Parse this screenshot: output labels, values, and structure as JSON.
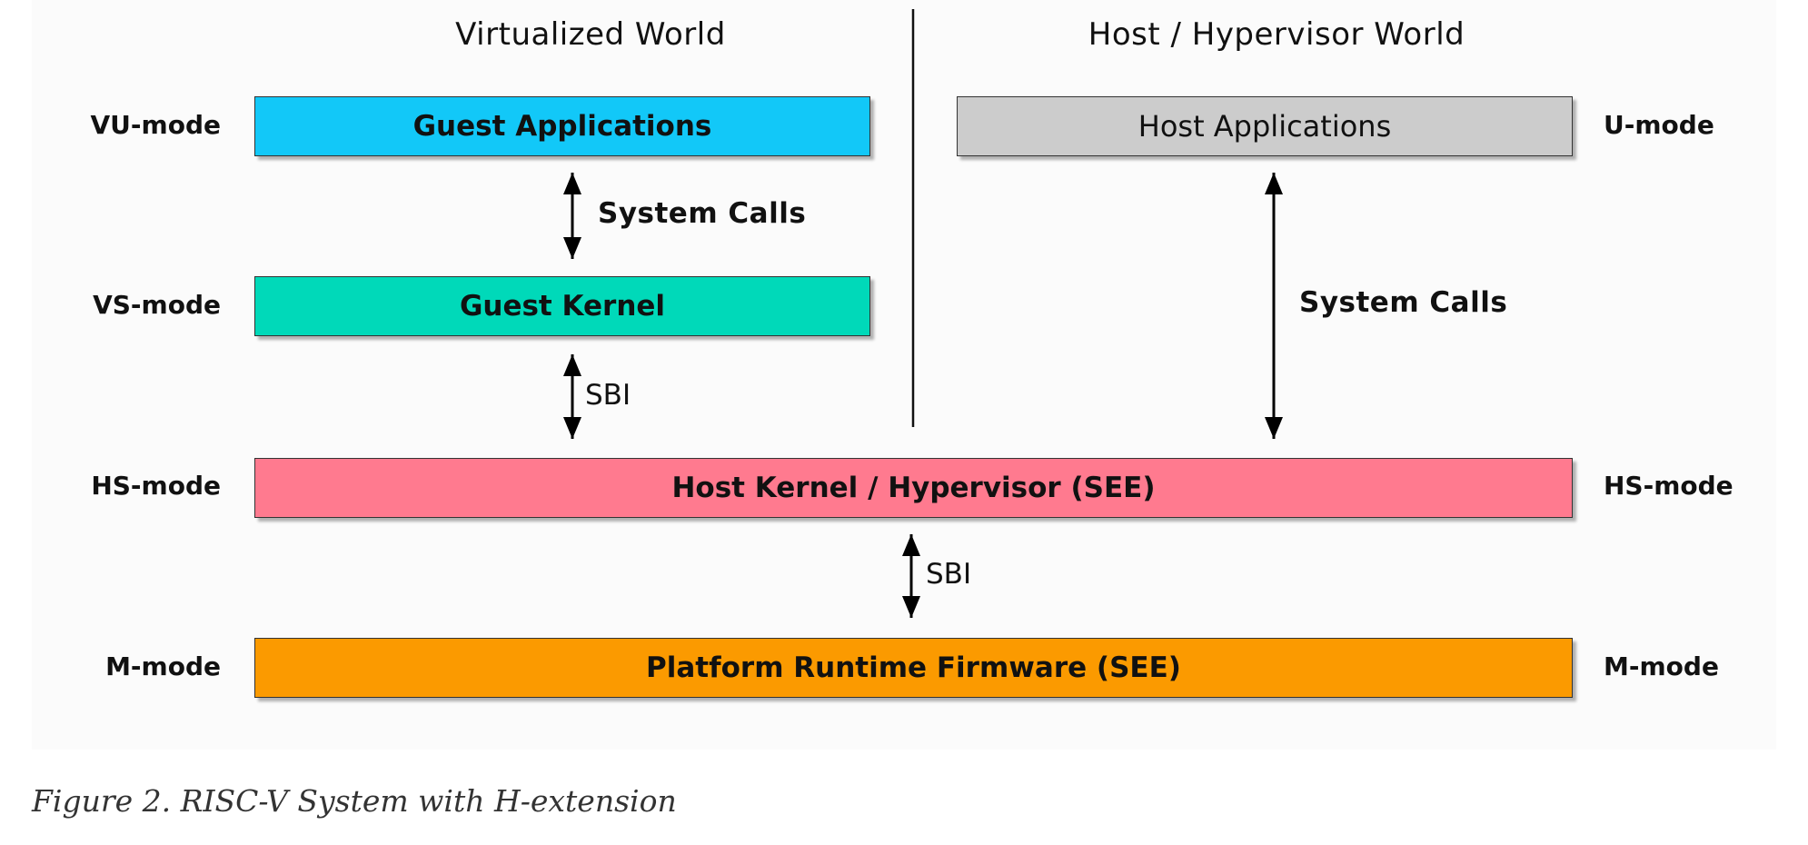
{
  "worlds": {
    "virtualized": "Virtualized World",
    "host": "Host / Hypervisor World"
  },
  "modes": {
    "vu": "VU-mode",
    "vs": "VS-mode",
    "hs_left": "HS-mode",
    "m_left": "M-mode",
    "u": "U-mode",
    "hs_right": "HS-mode",
    "m_right": "M-mode"
  },
  "layers": {
    "guest_apps": "Guest Applications",
    "guest_kernel": "Guest Kernel",
    "host_apps": "Host Applications",
    "hypervisor": "Host Kernel / Hypervisor (SEE)",
    "firmware": "Platform Runtime Firmware (SEE)"
  },
  "interfaces": {
    "guest_syscalls": "System Calls",
    "host_syscalls": "System Calls",
    "guest_sbi": "SBI",
    "host_sbi": "SBI"
  },
  "colors": {
    "guest_apps": "#12c8f8",
    "guest_kernel": "#00d9b9",
    "host_apps": "#cccccc",
    "hypervisor": "#ff7a8f",
    "firmware": "#fb9a00"
  },
  "caption": "Figure 2. RISC-V System with H-extension"
}
